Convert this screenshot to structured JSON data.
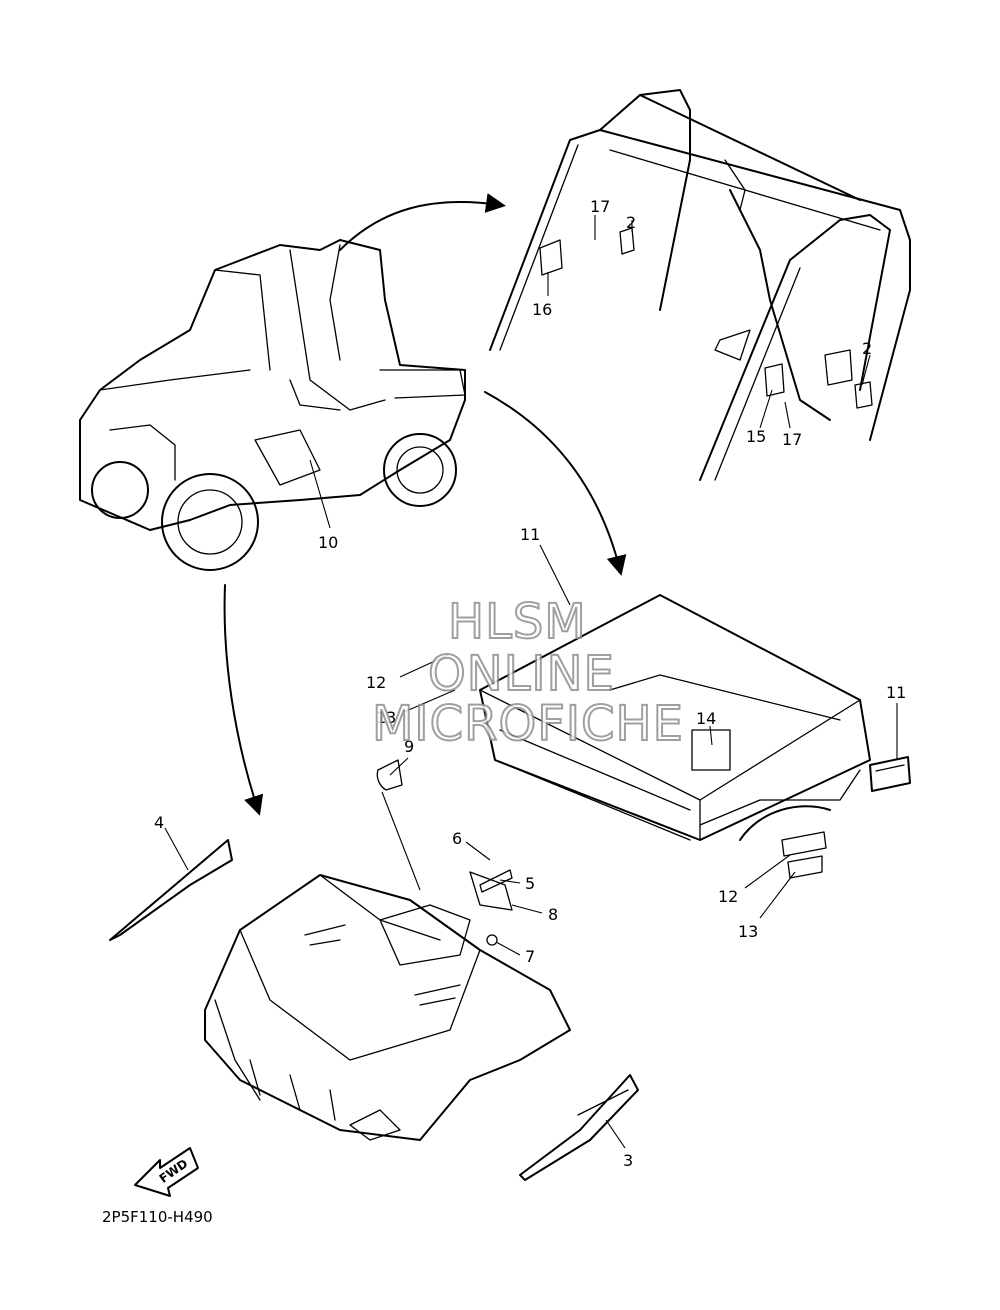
{
  "diagram_code": "2P5F110-H490",
  "fwd_label": "FWD",
  "watermark": [
    "HLSM",
    "ONLINE",
    "MICROFICHE"
  ],
  "callouts": {
    "c2a": "2",
    "c2b": "2",
    "c3": "3",
    "c4": "4",
    "c5": "5",
    "c6": "6",
    "c7": "7",
    "c8": "8",
    "c9": "9",
    "c10": "10",
    "c11a": "11",
    "c11b": "11",
    "c12a": "12",
    "c12b": "12",
    "c13a": "13",
    "c13b": "13",
    "c14": "14",
    "c15": "15",
    "c16": "16",
    "c17a": "17",
    "c17b": "17"
  }
}
